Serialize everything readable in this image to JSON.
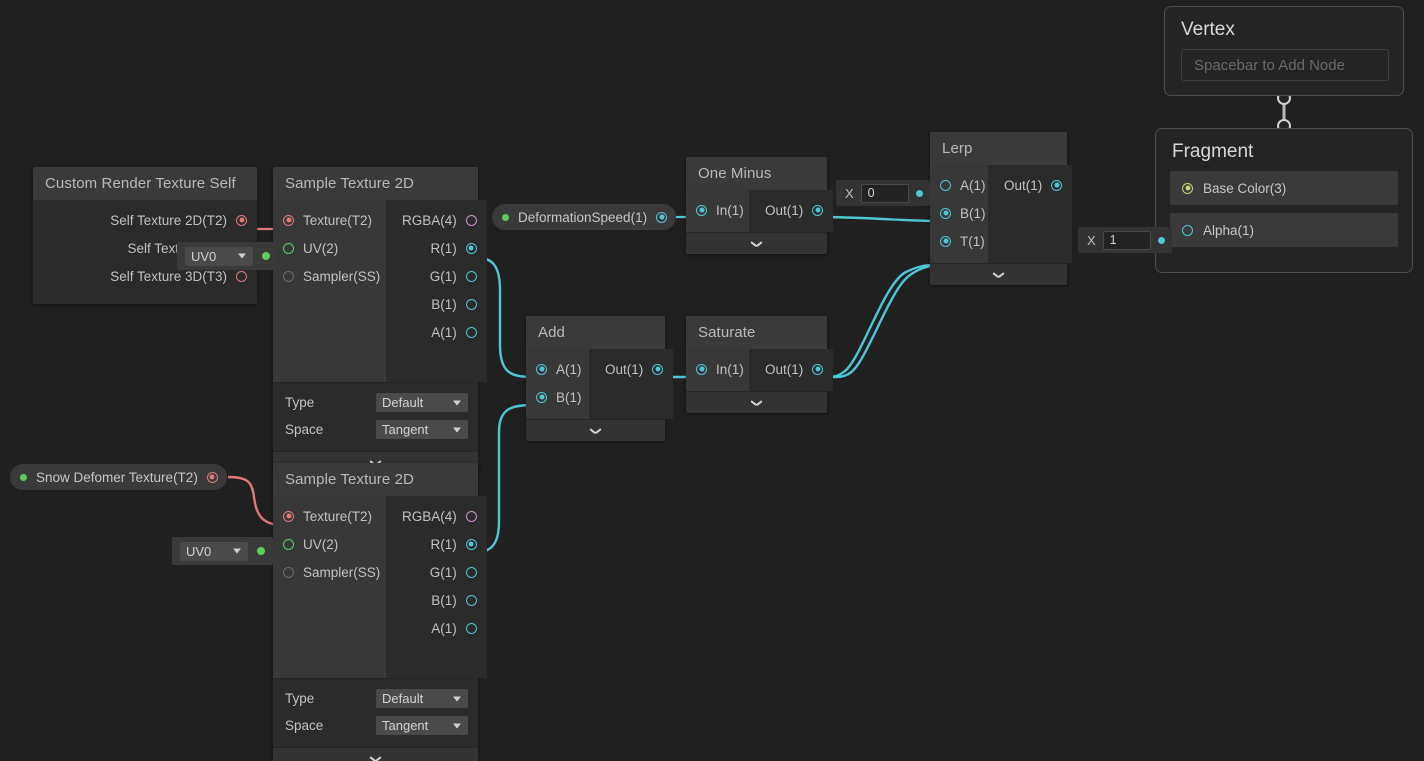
{
  "theme": {
    "bg": "#202020",
    "node_body": "#2b2b2b",
    "node_header": "#3a3a3a",
    "wire_cyan": "#4ec6d6",
    "wire_green": "#5ccc5c",
    "wire_red": "#e07a7a",
    "wire_olive": "#cdd47a",
    "text": "#c2c2c2"
  },
  "nodes": {
    "custom_render_texture_self": {
      "title": "Custom Render Texture Self",
      "outputs": [
        {
          "label": "Self Texture 2D(T2)",
          "color": "red",
          "filled": true
        },
        {
          "label": "Self Texture (T2)",
          "color": "red",
          "filled": false
        },
        {
          "label": "Self Texture 3D(T3)",
          "color": "red",
          "filled": false
        }
      ]
    },
    "sample_texture_2d_top": {
      "title": "Sample Texture 2D",
      "inputs": [
        {
          "label": "Texture(T2)",
          "color": "red",
          "filled": true
        },
        {
          "label": "UV(2)",
          "color": "green",
          "filled": false
        },
        {
          "label": "Sampler(SS)",
          "color": "gray",
          "filled": false
        }
      ],
      "outputs": [
        {
          "label": "RGBA(4)",
          "color": "pink",
          "filled": false
        },
        {
          "label": "R(1)",
          "color": "cyan",
          "filled": true
        },
        {
          "label": "G(1)",
          "color": "cyan",
          "filled": false
        },
        {
          "label": "B(1)",
          "color": "cyan",
          "filled": false
        },
        {
          "label": "A(1)",
          "color": "cyan",
          "filled": false
        }
      ],
      "settings": [
        {
          "label": "Type",
          "value": "Default"
        },
        {
          "label": "Space",
          "value": "Tangent"
        }
      ]
    },
    "sample_texture_2d_bottom": {
      "title": "Sample Texture 2D",
      "inputs": [
        {
          "label": "Texture(T2)",
          "color": "red",
          "filled": true
        },
        {
          "label": "UV(2)",
          "color": "green",
          "filled": false
        },
        {
          "label": "Sampler(SS)",
          "color": "gray",
          "filled": false
        }
      ],
      "outputs": [
        {
          "label": "RGBA(4)",
          "color": "pink",
          "filled": false
        },
        {
          "label": "R(1)",
          "color": "cyan",
          "filled": true
        },
        {
          "label": "G(1)",
          "color": "cyan",
          "filled": false
        },
        {
          "label": "B(1)",
          "color": "cyan",
          "filled": false
        },
        {
          "label": "A(1)",
          "color": "cyan",
          "filled": false
        }
      ],
      "settings": [
        {
          "label": "Type",
          "value": "Default"
        },
        {
          "label": "Space",
          "value": "Tangent"
        }
      ]
    },
    "one_minus": {
      "title": "One Minus",
      "inputs": [
        {
          "label": "In(1)",
          "color": "cyan",
          "filled": true
        }
      ],
      "outputs": [
        {
          "label": "Out(1)",
          "color": "cyan",
          "filled": true
        }
      ]
    },
    "add": {
      "title": "Add",
      "inputs": [
        {
          "label": "A(1)",
          "color": "cyan",
          "filled": true
        },
        {
          "label": "B(1)",
          "color": "cyan",
          "filled": true
        }
      ],
      "outputs": [
        {
          "label": "Out(1)",
          "color": "cyan",
          "filled": true
        }
      ]
    },
    "saturate": {
      "title": "Saturate",
      "inputs": [
        {
          "label": "In(1)",
          "color": "cyan",
          "filled": true
        }
      ],
      "outputs": [
        {
          "label": "Out(1)",
          "color": "cyan",
          "filled": true
        }
      ]
    },
    "lerp": {
      "title": "Lerp",
      "inputs": [
        {
          "label": "A(1)",
          "color": "cyan",
          "filled": false
        },
        {
          "label": "B(1)",
          "color": "cyan",
          "filled": true
        },
        {
          "label": "T(1)",
          "color": "cyan",
          "filled": true
        }
      ],
      "outputs": [
        {
          "label": "Out(1)",
          "color": "cyan",
          "filled": true
        }
      ]
    }
  },
  "tokens": {
    "deformation_speed": {
      "label": "DeformationSpeed(1)",
      "port_color": "cyan"
    },
    "snow_deformer_texture": {
      "label": "Snow Defomer Texture(T2)",
      "port_color": "red"
    }
  },
  "widgets": {
    "uv0_top": {
      "value": "UV0"
    },
    "uv0_bottom": {
      "value": "UV0"
    },
    "float_lerp_a": {
      "axis_label": "X",
      "value": "0"
    },
    "float_alpha": {
      "axis_label": "X",
      "value": "1"
    }
  },
  "master": {
    "vertex": {
      "title": "Vertex",
      "placeholder": "Spacebar to Add Node"
    },
    "fragment": {
      "title": "Fragment",
      "slots": [
        {
          "label": "Base Color(3)",
          "color": "olive",
          "filled": true
        },
        {
          "label": "Alpha(1)",
          "color": "cyan",
          "filled": false
        }
      ]
    }
  }
}
